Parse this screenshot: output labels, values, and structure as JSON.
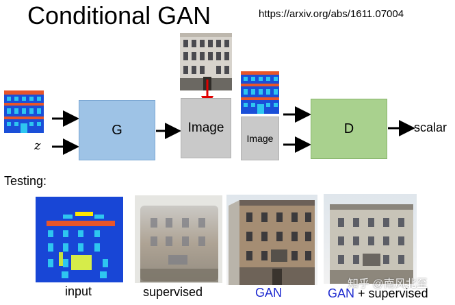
{
  "header": {
    "title": "Conditional GAN",
    "url": "https://arxiv.org/abs/1611.07004"
  },
  "diagram": {
    "generator_label": "G",
    "discriminator_label": "D",
    "image_label_1": "Image",
    "image_label_2": "Image",
    "noise_label": "z",
    "output_label": "scalar",
    "colors": {
      "generator": "#9ec3e6",
      "discriminator": "#a9d18e",
      "image_box": "#c9c9c9",
      "compare_arrow": "#e00000"
    }
  },
  "testing": {
    "heading": "Testing:",
    "captions": {
      "input": "input",
      "supervised": "supervised",
      "gan": "GAN",
      "gan_supervised_prefix": "GAN",
      "gan_supervised_suffix": " + supervised"
    },
    "caption_accent": "#1f2bd0"
  },
  "watermark": "知乎 @南风北至"
}
